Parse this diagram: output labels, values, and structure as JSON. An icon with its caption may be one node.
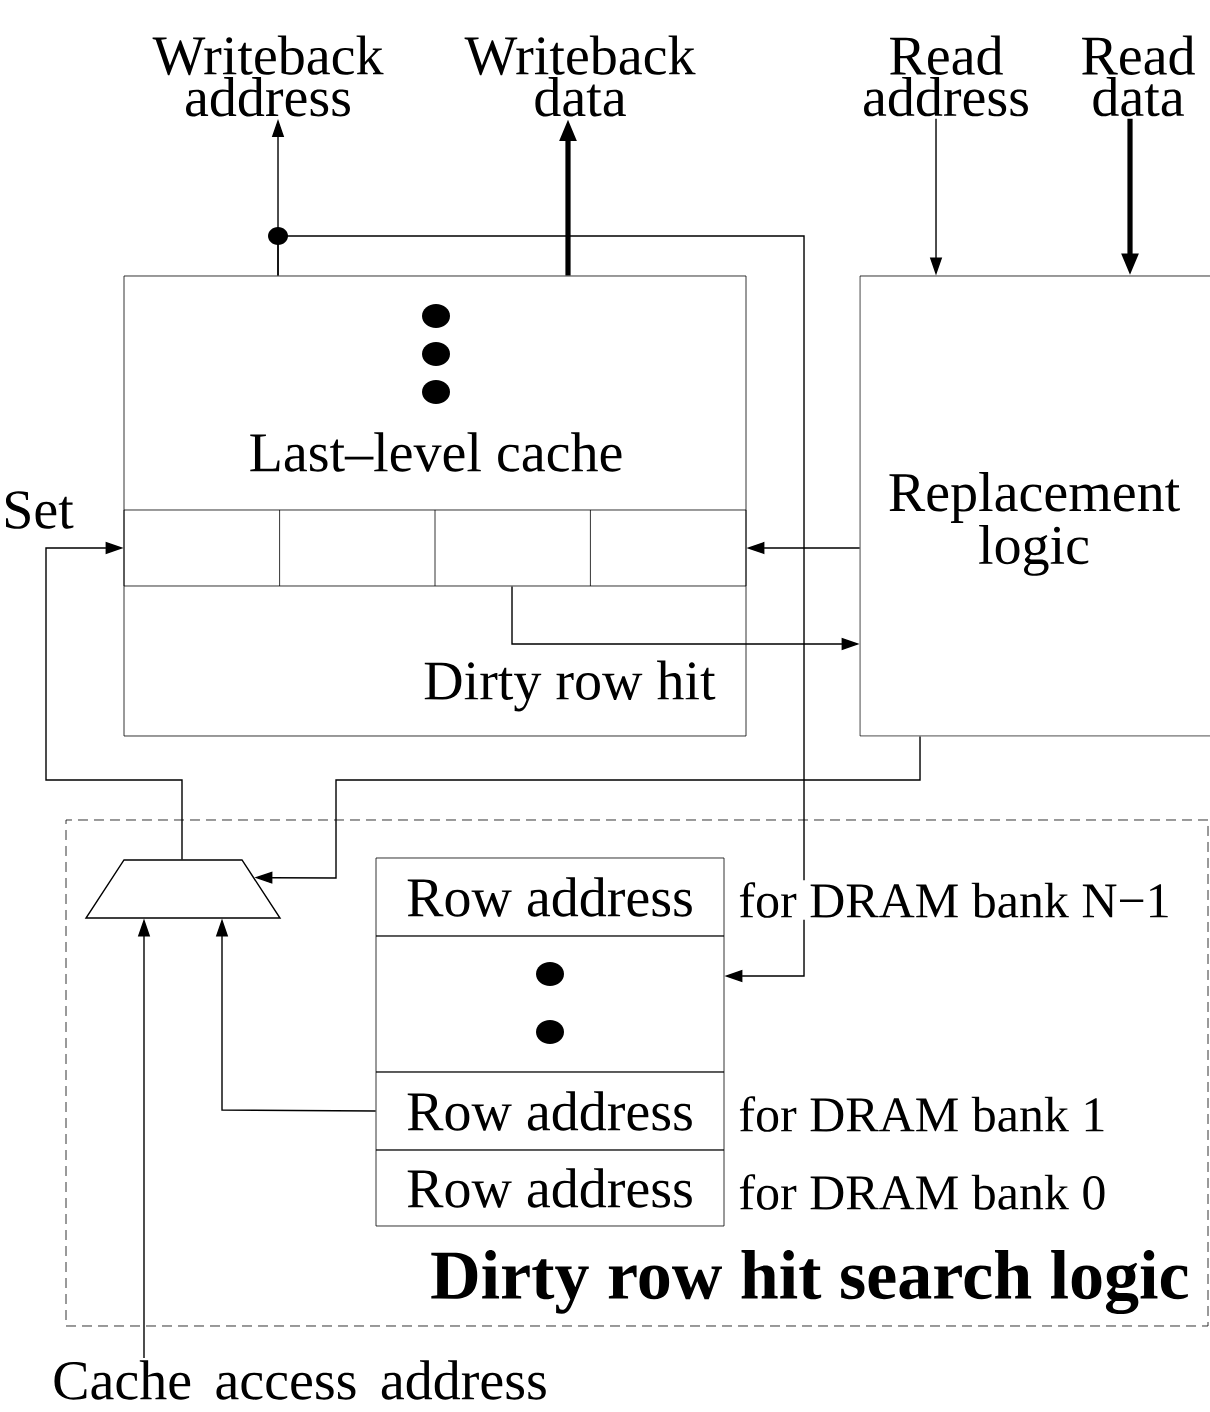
{
  "diagram": {
    "nodes": [
      {
        "text": [
          "Writeback address"
        ]
      },
      {
        "text": [
          "Writeback data"
        ]
      },
      {
        "text": [
          "Read address"
        ]
      },
      {
        "text": [
          "Read data"
        ]
      },
      {
        "text": [
          "Last–level cache",
          "Dirty row hit"
        ]
      },
      {
        "text": [],
        "shape": "box",
        "in": 4,
        "beside": [
          "Set"
        ]
      },
      {
        "text": [
          "Replacement logic"
        ]
      },
      {
        "text": [
          "Dirty row hit search logic"
        ]
      },
      {
        "text": [],
        "shape": "trapezoid",
        "in": 7
      },
      {
        "text": [
          "Row address"
        ],
        "in": 7,
        "beside": [
          "for DRAM bank N−1"
        ]
      },
      {
        "text": [],
        "shape": "box",
        "in": 7
      },
      {
        "text": [
          "Row address"
        ],
        "in": 7,
        "beside": [
          "for DRAM bank 1"
        ]
      },
      {
        "text": [
          "Row address"
        ],
        "in": 7,
        "beside": [
          "for DRAM bank 0"
        ]
      },
      {
        "text": [
          "Cache access address"
        ]
      }
    ],
    "edges": [
      {
        "from": 4,
        "to": 0,
        "arrow": "to"
      },
      {
        "from": 4,
        "to": 10,
        "arrow": "to"
      },
      {
        "from": 4,
        "to": 1,
        "arrow": "to",
        "style": "thick"
      },
      {
        "from": 2,
        "to": 6,
        "arrow": "to"
      },
      {
        "from": 3,
        "to": 6,
        "arrow": "to",
        "style": "thick"
      },
      {
        "from": 6,
        "to": 5,
        "arrow": "to"
      },
      {
        "from": 5,
        "to": 6,
        "arrow": "to"
      },
      {
        "from": 8,
        "to": 5,
        "arrow": "to"
      },
      {
        "from": 6,
        "to": 8,
        "arrow": "to"
      },
      {
        "from": 11,
        "to": 8,
        "arrow": "to"
      },
      {
        "from": 13,
        "to": 8,
        "arrow": "to"
      }
    ]
  }
}
